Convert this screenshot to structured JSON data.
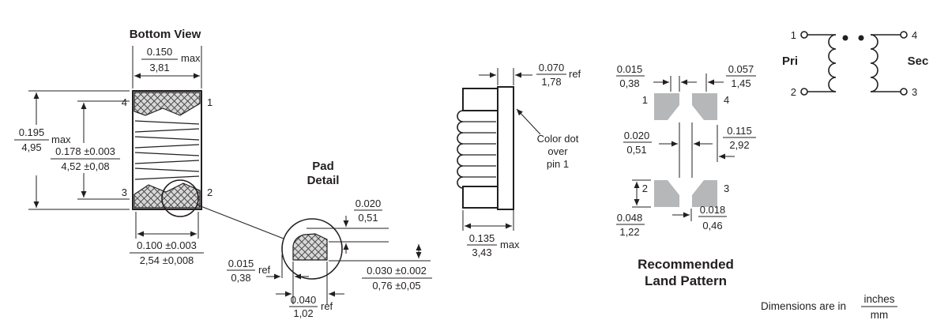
{
  "bottom_view": {
    "title": "Bottom View",
    "pin_top_left": "4",
    "pin_top_right": "1",
    "pin_bottom_left": "3",
    "pin_bottom_right": "2",
    "dim_width": {
      "inches": "0.150",
      "mm": "3,81",
      "suffix": "max"
    },
    "dim_height": {
      "inches": "0.195",
      "mm": "4,95",
      "suffix": "max"
    },
    "dim_inner_height": {
      "inches": "0.178 ±0.003",
      "mm": "4,52 ±0,08"
    },
    "dim_pad_span": {
      "inches": "0.100 ±0.003",
      "mm": "2,54 ±0,008"
    }
  },
  "pad_detail": {
    "title_line1": "Pad",
    "title_line2": "Detail",
    "dim_thickness": {
      "inches": "0.020",
      "mm": "0,51"
    },
    "dim_foot": {
      "inches": "0.015",
      "mm": "0,38",
      "suffix": "ref"
    },
    "dim_height": {
      "inches": "0.030 ±0.002",
      "mm": "0,76 ±0,05"
    },
    "dim_width": {
      "inches": "0.040",
      "mm": "1,02",
      "suffix": "ref"
    }
  },
  "side_view": {
    "dim_core_width": {
      "inches": "0.070",
      "mm": "1,78",
      "suffix": "ref"
    },
    "dim_body_width": {
      "inches": "0.135",
      "mm": "3,43",
      "suffix": "max"
    },
    "note_line1": "Color dot",
    "note_line2": "over",
    "note_line3": "pin 1"
  },
  "land_pattern": {
    "title_line1": "Recommended",
    "title_line2": "Land Pattern",
    "pin_top_left": "1",
    "pin_top_right": "4",
    "pin_bottom_left": "2",
    "pin_bottom_right": "3",
    "dim_pad_width": {
      "inches": "0.015",
      "mm": "0,38"
    },
    "dim_pad_pitch": {
      "inches": "0.057",
      "mm": "1,45"
    },
    "dim_gap": {
      "inches": "0.020",
      "mm": "0,51"
    },
    "dim_span": {
      "inches": "0.115",
      "mm": "2,92"
    },
    "dim_pad_height": {
      "inches": "0.048",
      "mm": "1,22"
    },
    "dim_notch": {
      "inches": "0.018",
      "mm": "0,46"
    }
  },
  "schematic": {
    "primary_label": "Pri",
    "secondary_label": "Sec",
    "pin_top_left": "1",
    "pin_bottom_left": "2",
    "pin_top_right": "4",
    "pin_bottom_right": "3"
  },
  "footer": {
    "prefix": "Dimensions are in",
    "unit_top": "inches",
    "unit_bottom": "mm"
  }
}
